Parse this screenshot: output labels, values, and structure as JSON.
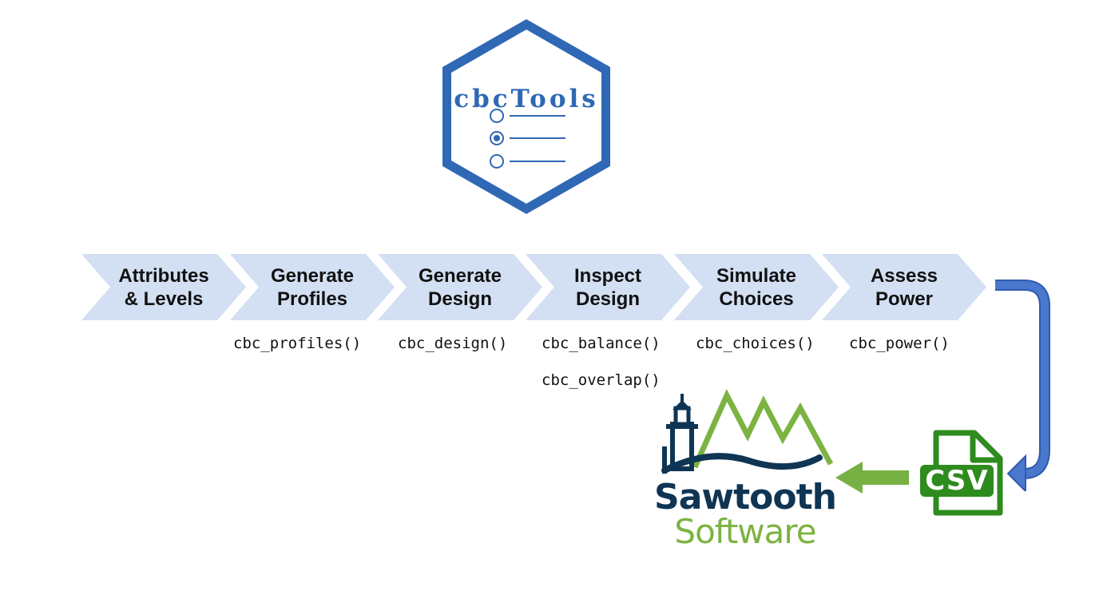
{
  "logo": {
    "title": "cbcTools",
    "color": "#2f68b4"
  },
  "steps": [
    {
      "label": "Attributes\n& Levels"
    },
    {
      "label": "Generate\nProfiles"
    },
    {
      "label": "Generate\nDesign"
    },
    {
      "label": "Inspect\nDesign"
    },
    {
      "label": "Simulate\nChoices"
    },
    {
      "label": "Assess\nPower"
    }
  ],
  "functions": {
    "profiles": "cbc_profiles()",
    "design": "cbc_design()",
    "balance": "cbc_balance()",
    "overlap": "cbc_overlap()",
    "choices": "cbc_choices()",
    "power": "cbc_power()"
  },
  "export": {
    "file_type": "CSV",
    "color": "#2e8b1e"
  },
  "sawtooth": {
    "line1": "Sawtooth",
    "line2": "Software",
    "navy": "#0f3554",
    "green": "#7cb342"
  },
  "colors": {
    "chevron": "#d3dff2",
    "flow_arrow": "#3f6dc4",
    "green_arrow": "#77b043"
  }
}
